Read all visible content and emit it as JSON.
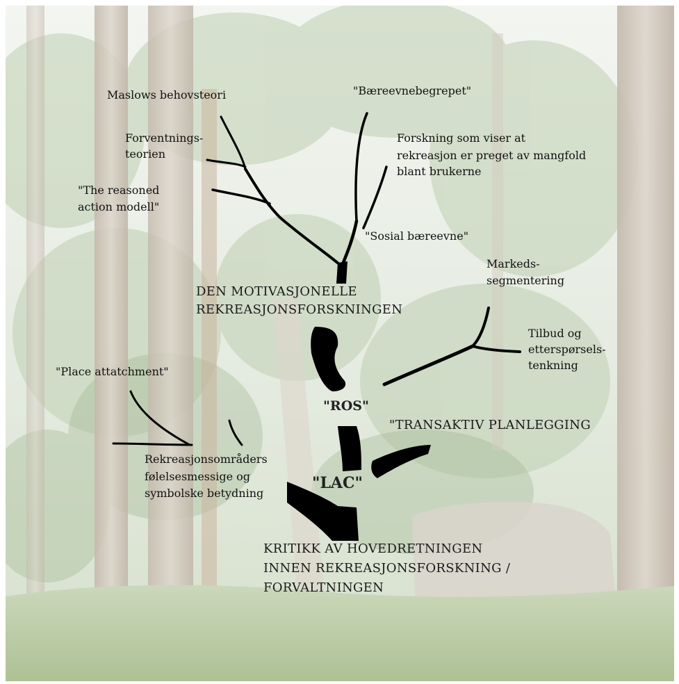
{
  "labels": {
    "maslow": "Maslows behovsteori",
    "baereevne": "\"Bæreevnebegrepet\"",
    "forventning_1": "Forventnings-",
    "forventning_2": "teorien",
    "forskning_1": "Forskning som viser at",
    "forskning_2": "rekreasjon er preget av mangfold",
    "forskning_3": "blant brukerne",
    "reasoned_1": "\"The reasoned",
    "reasoned_2": "action modell\"",
    "sosial": "\"Sosial bæreevne\"",
    "markeds_1": "Markeds-",
    "markeds_2": "segmentering",
    "motivasjonelle_1": "DEN MOTIVASJONELLE",
    "motivasjonelle_2": "REKREASJONSFORSKNINGEN",
    "tilbud_1": "Tilbud og",
    "tilbud_2": "etterspørsels-",
    "tilbud_3": "tenkning",
    "place": "\"Place attatchment\"",
    "ros": "\"ROS\"",
    "transaktiv": "\"TRANSAKTIV PLANLEGGING",
    "rekreasjonsomr_1": "Rekreasjonsområders",
    "rekreasjonsomr_2": "følelsesmessige og",
    "rekreasjonsomr_3": "symbolske betydning",
    "lac": "\"LAC\"",
    "kritikk_1": "KRITIKK AV HOVEDRETNINGEN",
    "kritikk_2": "INNEN REKREASJONSFORSKNING /",
    "kritikk_3": "FORVALTNINGEN"
  },
  "colors": {
    "ink": "#111111",
    "sky": "#f1f4ef",
    "foliage": "#c9d6bf",
    "trunk": "#cfc6bb",
    "ground": "#b9c9a2"
  }
}
